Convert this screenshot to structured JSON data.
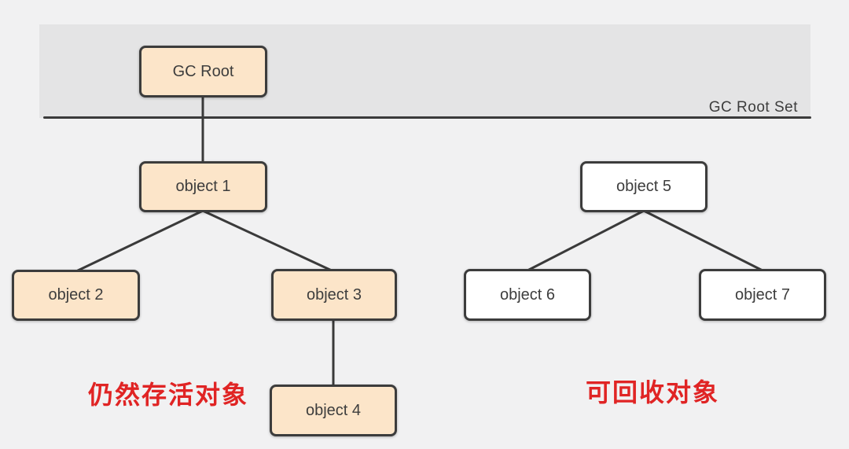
{
  "title": "GC Root reachability diagram",
  "colors": {
    "background": "#F1F1F2",
    "root_set_band": "#E4E4E5",
    "alive_node_fill": "#FCE5C9",
    "collectible_node_fill": "#FFFFFF",
    "stroke": "#3A3A3A",
    "node_text": "#3D3D3D",
    "annotation_red": "#E02424"
  },
  "root_set": {
    "label": "GC Root Set"
  },
  "nodes": [
    {
      "id": "gc-root",
      "label": "GC Root",
      "type": "alive"
    },
    {
      "id": "object-1",
      "label": "object 1",
      "type": "alive"
    },
    {
      "id": "object-2",
      "label": "object 2",
      "type": "alive"
    },
    {
      "id": "object-3",
      "label": "object 3",
      "type": "alive"
    },
    {
      "id": "object-4",
      "label": "object 4",
      "type": "alive"
    },
    {
      "id": "object-5",
      "label": "object 5",
      "type": "collectible"
    },
    {
      "id": "object-6",
      "label": "object 6",
      "type": "collectible"
    },
    {
      "id": "object-7",
      "label": "object 7",
      "type": "collectible"
    }
  ],
  "edges": [
    [
      "gc-root",
      "object-1"
    ],
    [
      "object-1",
      "object-2"
    ],
    [
      "object-1",
      "object-3"
    ],
    [
      "object-3",
      "object-4"
    ],
    [
      "object-5",
      "object-6"
    ],
    [
      "object-5",
      "object-7"
    ]
  ],
  "annotations": {
    "alive": "仍然存活对象",
    "collectible": "可回收对象"
  }
}
